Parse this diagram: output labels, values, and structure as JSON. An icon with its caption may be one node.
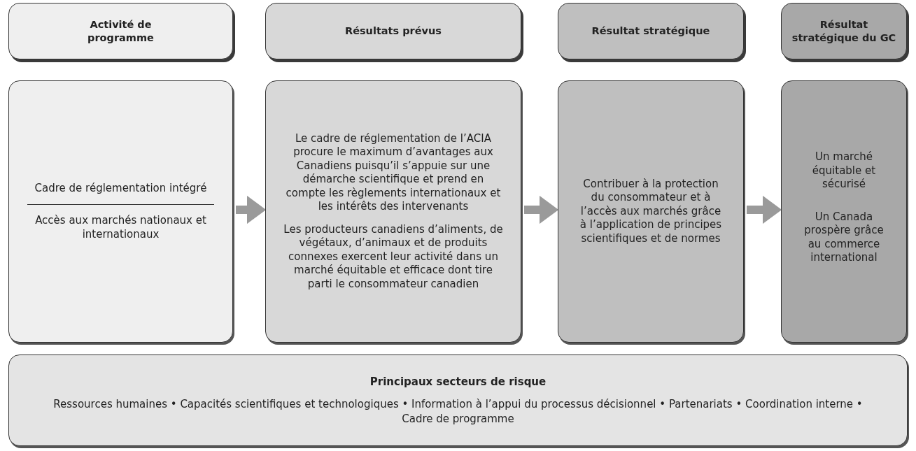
{
  "diagram": {
    "nodes": [
      {
        "text": [
          "Activité de programme"
        ]
      },
      {
        "text": [
          "Résultats prévus"
        ]
      },
      {
        "text": [
          "Résultat stratégique"
        ]
      },
      {
        "text": [
          "Résultat stratégique du GC"
        ]
      },
      {
        "text": [
          "Cadre de réglementation intégré",
          "Accès aux marchés nationaux et internationaux"
        ]
      },
      {
        "text": [
          "Le cadre de réglementation de l’ACIA procure le maximum d’avantages aux Canadiens puisqu’il s’appuie sur une démarche scientifique et prend en compte les règlements internationaux et les intérêts des intervenants",
          "Les producteurs canadiens d’aliments, de végétaux, d’animaux et de produits connexes exercent leur activité dans un marché équitable et efficace dont tire parti le consommateur canadien"
        ]
      },
      {
        "text": [
          "Contribuer à la protection du consommateur et à l’accès aux marchés grâce à l’application de principes scientifiques et de normes"
        ]
      },
      {
        "text": [
          "Un marché équitable et sécurisé",
          "Un Canada prospère grâce au commerce international"
        ]
      },
      {
        "text": [
          "Principaux secteurs de risque",
          "Ressources humaines • Capacités scientifiques et technologiques • Information à l’appui du processus décisionnel • Partenariats • Coordination interne • Cadre de programme"
        ]
      }
    ],
    "edges": [
      {
        "from": 4,
        "to": 5,
        "arrow": "to"
      },
      {
        "from": 5,
        "to": 6,
        "arrow": "to"
      },
      {
        "from": 6,
        "to": 7,
        "arrow": "to"
      }
    ]
  }
}
